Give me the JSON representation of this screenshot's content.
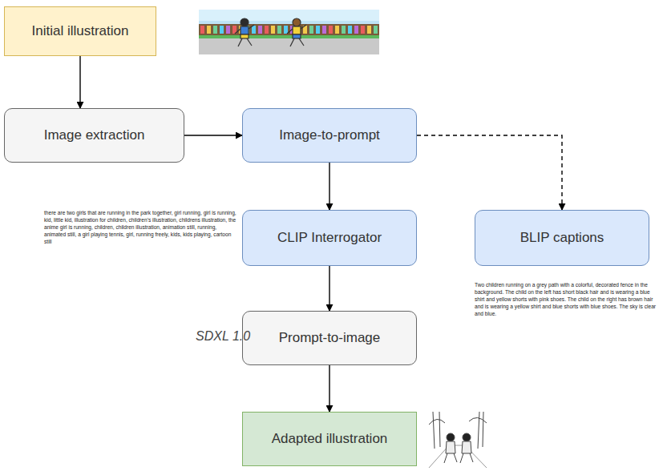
{
  "diagram": {
    "nodes": [
      {
        "text": [
          "Initial illustration"
        ]
      },
      {
        "text": [
          "Image extraction"
        ]
      },
      {
        "text": [
          "Image-to-prompt"
        ]
      },
      {
        "text": [
          "CLIP Interrogator"
        ]
      },
      {
        "text": [
          "BLIP captions"
        ]
      },
      {
        "text": [
          "Prompt-to-image"
        ]
      },
      {
        "text": [
          "Adapted illustration"
        ]
      }
    ],
    "edges": [
      {
        "from": 0,
        "to": 1,
        "arrow": "to"
      },
      {
        "from": 1,
        "to": 2,
        "arrow": "to"
      },
      {
        "from": 2,
        "to": 3,
        "arrow": "to"
      },
      {
        "from": 2,
        "to": 4,
        "arrow": "to"
      },
      {
        "from": 3,
        "to": 5,
        "arrow": "to"
      },
      {
        "from": 5,
        "to": 6,
        "arrow": "to"
      }
    ],
    "labels": [
      "there are two girls that are running in the park together, girl running, girl is running, kid, little kid, illustration for children, children's illustration, childrens illustration, the anime girl is running, children, children illustration, animation still, running, animated still, a girl playing tennis, girl, running freely, kids, kids playing, cartoon still",
      "Two children running on a grey path with a colorful, decorated fence in the background. The child on the left has short black hair and is wearing a blue shirt and yellow shorts with pink shoes. The child on the right has brown hair and is wearing a yellow shirt and blue shorts with blue shoes. The sky is clear and blue.",
      "SDXL 1.0"
    ]
  }
}
